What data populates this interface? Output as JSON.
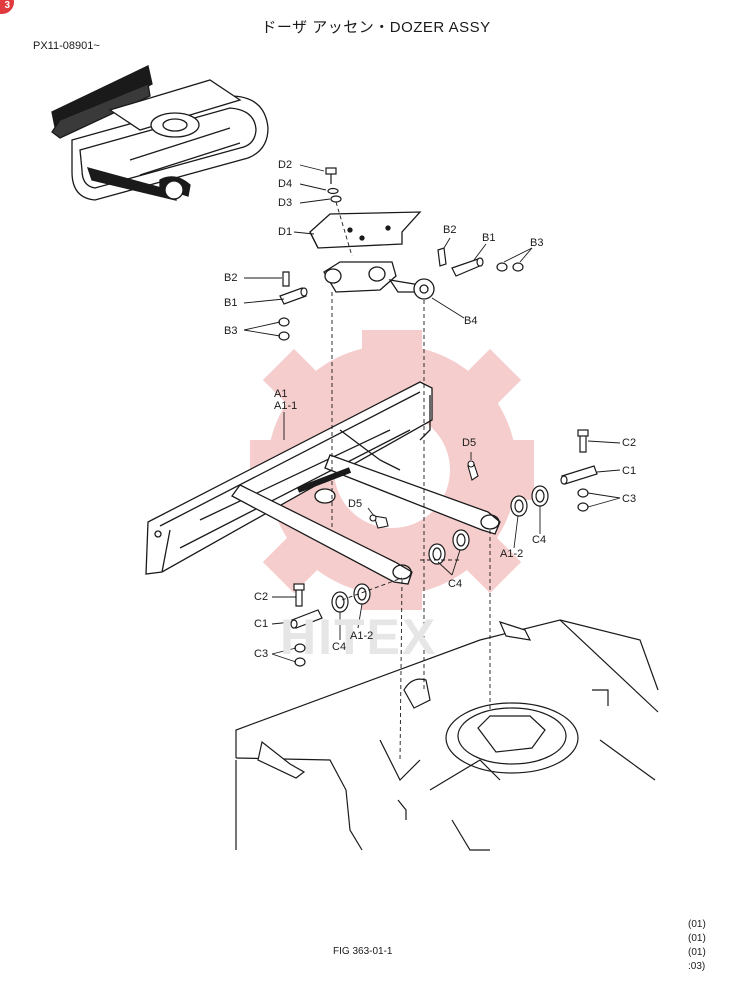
{
  "title": "ドーザ アッセン・DOZER ASSY",
  "serial_range": "PX11-08901~",
  "watermark_text": "HITEX",
  "corner_badge": "3",
  "figure_number": "FIG 363-01-1",
  "revision_marks": [
    "(01)",
    "(01)",
    "(01)",
    ":03)"
  ],
  "colors": {
    "watermark_gear": "#f6c8c8",
    "badge": "#e0393e",
    "line": "#1a1a1a"
  },
  "callouts": {
    "D2": "D2",
    "D4": "D4",
    "D3": "D3",
    "D1": "D1",
    "B2_top": "B2",
    "B1_top": "B1",
    "B3_top": "B3",
    "B2_left": "B2",
    "B1_left": "B1",
    "B3_left": "B3",
    "B4": "B4",
    "A1": "A1",
    "A1_1": "A1-1",
    "D5_right": "D5",
    "D5_left": "D5",
    "C2_right": "C2",
    "C1_right": "C1",
    "C3_right": "C3",
    "C4_right_upper": "C4",
    "A1_2_right": "A1-2",
    "C4_mid": "C4",
    "C2_left": "C2",
    "C1_left": "C1",
    "C3_left": "C3",
    "C4_left": "C4",
    "A1_2_left": "A1-2"
  }
}
